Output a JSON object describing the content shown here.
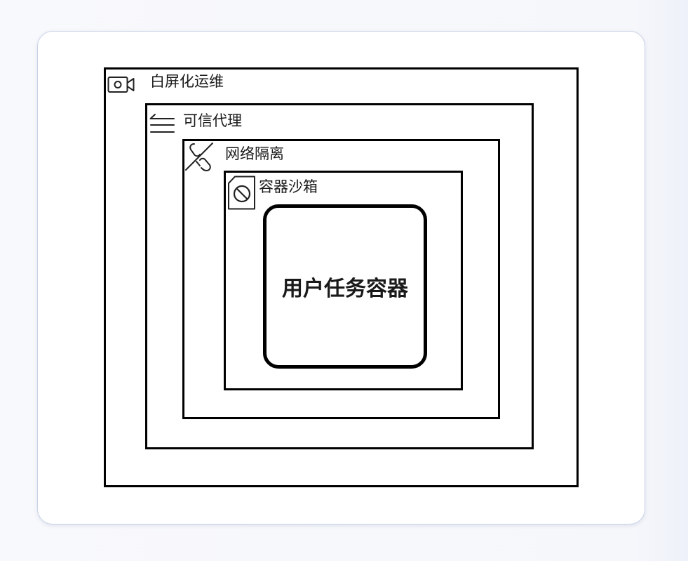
{
  "layers": [
    {
      "label": "白屏化运维",
      "icon": "video-camera-icon"
    },
    {
      "label": "可信代理",
      "icon": "menu-arrow-icon"
    },
    {
      "label": "网络隔离",
      "icon": "broken-link-icon"
    },
    {
      "label": "容器沙箱",
      "icon": "blocked-file-icon"
    }
  ],
  "core": {
    "label": "用户任务容器"
  },
  "colors": {
    "stroke": "#000000",
    "card_border": "#c9d2e6",
    "background": "#f6f7fb"
  }
}
